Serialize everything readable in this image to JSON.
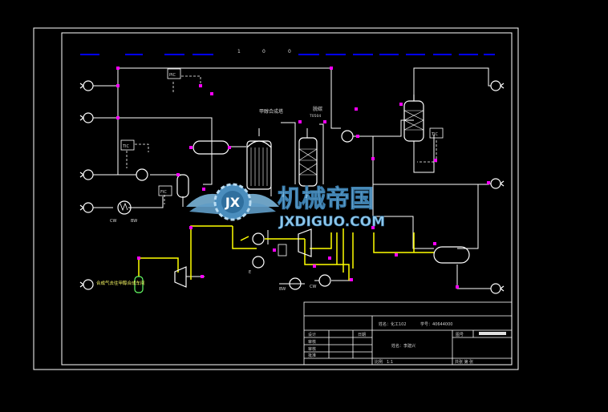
{
  "drawing": {
    "labels": {
      "top_num_1": "1",
      "top_num_2": "0",
      "top_num_3": "0",
      "tower_label": "甲醇合成塔",
      "column_label": "脱碳",
      "column_sublabel": "T0504",
      "left_bottom_label": "合成气去往甲醇合成车间",
      "cw_label": "CW",
      "bw_label": "BW",
      "bottom_label_1": "BW",
      "bottom_label_2": "CW",
      "left_mid_label": "E"
    },
    "instruments": [
      "PIC",
      "TIC",
      "FIC",
      "TIC"
    ]
  },
  "watermark": {
    "title": "机械帝国",
    "subtitle": "JXDIGUO.COM"
  },
  "title_block": {
    "name_line": "姓名：化工102",
    "id_line": "学号：40644000",
    "sheet_name": "姓名：李建兴",
    "field_1": "设计",
    "field_2": "审核",
    "field_3": "审核",
    "field_4": "批准",
    "field_5": "日期",
    "field_6": "比例",
    "scale": "1:1",
    "sheet_label": "共张 第 张",
    "map_label": "图号"
  },
  "colors": {
    "frame": "#ffffff",
    "pipe_yellow": "#ffff00",
    "dash_blue": "#0000ff",
    "node_magenta": "#ff00ff",
    "equipment": "#ffffff",
    "separator_green": "#66ff66"
  }
}
